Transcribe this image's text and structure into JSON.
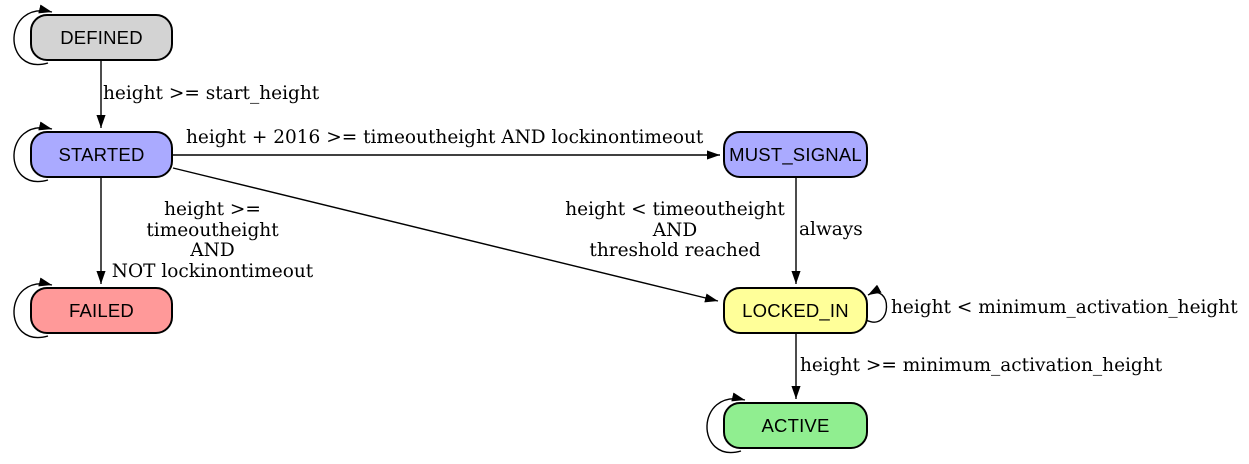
{
  "states": [
    {
      "id": "defined",
      "label": "DEFINED",
      "color": "#d3d3d3"
    },
    {
      "id": "started",
      "label": "STARTED",
      "color": "#aaaaff"
    },
    {
      "id": "failed",
      "label": "FAILED",
      "color": "#ff9999"
    },
    {
      "id": "must_signal",
      "label": "MUST_SIGNAL",
      "color": "#aaaaff"
    },
    {
      "id": "locked_in",
      "label": "LOCKED_IN",
      "color": "#ffff99"
    },
    {
      "id": "active",
      "label": "ACTIVE",
      "color": "#90ee90"
    }
  ],
  "transitions": [
    {
      "from": "DEFINED",
      "to": "STARTED",
      "label": "height >= start_height"
    },
    {
      "from": "STARTED",
      "to": "MUST_SIGNAL",
      "label": "height + 2016 >= timeoutheight AND lockinontimeout"
    },
    {
      "from": "STARTED",
      "to": "FAILED",
      "label": "height >= timeoutheight\nAND\nNOT lockinontimeout"
    },
    {
      "from": "STARTED",
      "to": "LOCKED_IN",
      "label": "height < timeoutheight\nAND\nthreshold reached"
    },
    {
      "from": "MUST_SIGNAL",
      "to": "LOCKED_IN",
      "label": "always"
    },
    {
      "from": "LOCKED_IN",
      "to": "LOCKED_IN",
      "label": "height < minimum_activation_height"
    },
    {
      "from": "LOCKED_IN",
      "to": "ACTIVE",
      "label": "height >= minimum_activation_height"
    }
  ],
  "self_loop_states": [
    "DEFINED",
    "STARTED",
    "FAILED",
    "LOCKED_IN",
    "ACTIVE"
  ],
  "palette": {
    "background": "#ffffff",
    "line": "#000000",
    "text": "#000000",
    "node_border": "#000000"
  }
}
